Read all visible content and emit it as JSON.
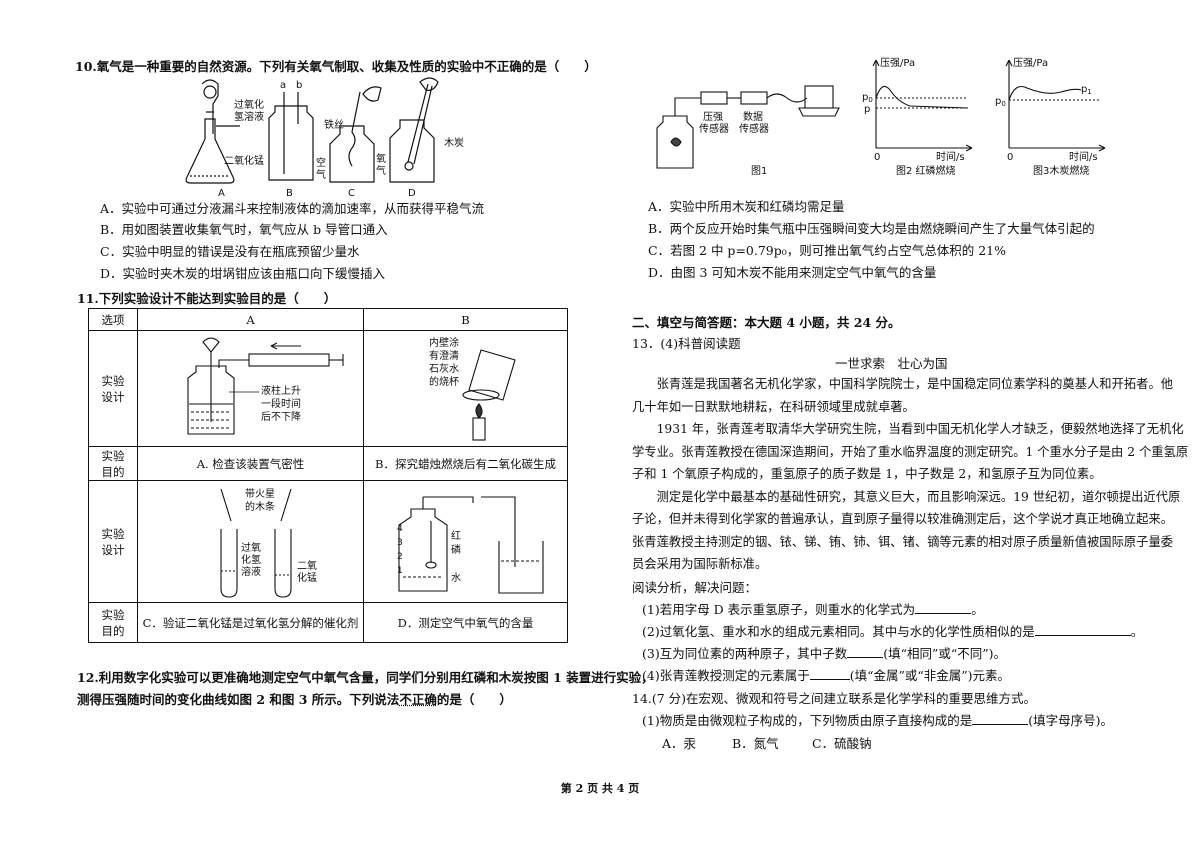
{
  "left": {
    "q10": {
      "stem": "10.氧气是一种重要的自然资源。下列有关氧气制取、收集及性质的实验中不正确的是（　　）",
      "fig_labels": {
        "h2o2": "过氧化",
        "h2o2b": "氢溶液",
        "mno2": "二氧化锰",
        "a": "a",
        "b": "b",
        "air": "空",
        "air2": "气",
        "iron": "铁丝",
        "oxy": "氧",
        "oxy2": "气",
        "charcoal": "木炭"
      },
      "fig_letters": [
        "A",
        "B",
        "C",
        "D"
      ],
      "options": [
        "A．实验中可通过分液漏斗来控制液体的滴加速率，从而获得平稳气流",
        "B．用如图装置收集氧气时，氧气应从 b 导管口通入",
        "C．实验中明显的错误是没有在瓶底预留少量水",
        "D．实验时夹木炭的坩埚钳应该由瓶口向下缓慢插入"
      ]
    },
    "q11": {
      "stem": "11.下列实验设计不能达到实验目的是（　　）",
      "header": {
        "col0": "选项",
        "colA": "A",
        "colB": "B"
      },
      "row_design": "实验设计",
      "row_goal": "实验目的",
      "a1_labels": {
        "l1": "液柱上升",
        "l2": "一段时间",
        "l3": "后不下降"
      },
      "b1_labels": {
        "l1": "内壁涂",
        "l2": "有澄清",
        "l3": "石灰水",
        "l4": "的烧杯"
      },
      "goal1_A": "A. 检查该装置气密性",
      "goal1_B": "B．探究蜡烛燃烧后有二氧化碳生成",
      "a2_labels": {
        "l1": "带火星",
        "l2": "的木条",
        "l3": "过氧",
        "l4": "化氢",
        "l5": "溶液",
        "l6": "二氧",
        "l7": "化锰"
      },
      "b2_labels": {
        "l1": "红",
        "l2": "磷",
        "l3": "水",
        "n4": "4",
        "n3": "3",
        "n2": "2",
        "n1": "1"
      },
      "goal2_A": "C．验证二氧化锰是过氧化氢分解的催化剂",
      "goal2_B": "D．测定空气中氧气的含量"
    },
    "q12": {
      "line1": "12.利用数字化实验可以更准确地测定空气中氧气含量，同学们分别用红磷和木炭按图 1 装置进行实验，",
      "line2a": "测得压强随时间的变化曲线如图 2 和图 3 所示。下列说法",
      "line2b": "不正确",
      "line2c": "的是（　　）"
    }
  },
  "right": {
    "figs": {
      "sensor1": "压强",
      "sensor1b": "传感器",
      "sensor2": "数据",
      "sensor2b": "传感器",
      "fig1": "图1",
      "ylabel": "压强/Pa",
      "xlabel": "时间/s",
      "p0": "p",
      "p0sub": "0",
      "p": "p",
      "p1": "p",
      "p1sub": "1",
      "origin": "0",
      "fig2": "图2 红磷燃烧",
      "fig3": "图3木炭燃烧"
    },
    "q12_options": [
      "A．实验中所用木炭和红磷均需足量",
      "B．两个反应开始时集气瓶中压强瞬间变大均是由燃烧瞬间产生了大量气体引起的",
      "C．若图 2 中 p=0.79p₀，则可推出氧气约占空气总体积的 21%",
      "D．由图 3 可知木炭不能用来测定空气中氧气的含量"
    ],
    "section2": "二、填空与简答题：本大题 4 小题，共 24 分。",
    "q13_head": "13．(4)科普阅读题",
    "essay_title": "一世求索　壮心为国",
    "essay": [
      "张青莲是我国著名无机化学家，中国科学院院士，是中国稳定同位素学科的奠基人和开拓者。他",
      "几十年如一日默默地耕耘，在科研领域里成就卓著。",
      "1931 年，张青莲考取清华大学研究生院，当看到中国无机化学人才缺乏，便毅然地选择了无机化",
      "学专业。张青莲教授在德国深造期间，开始了重水临界温度的测定研究。1 个重水分子是由 2 个重氢原",
      "子和 1 个氧原子构成的，重氢原子的质子数是 1，中子数是 2，和氢原子互为同位素。",
      "测定是化学中最基本的基础性研究，其意义巨大，而且影响深远。19 世纪初，道尔顿提出近代原",
      "子论，但并未得到化学家的普遍承认，直到原子量得以较准确测定后，这个学说才真正地确立起来。",
      "张青莲教授主持测定的铟、铱、锑、铕、铈、铒、锗、镝等元素的相对原子质量新值被国际原子量委",
      "员会采用为国际新标准。"
    ],
    "read_task": "阅读分析，解决问题：",
    "q13_items": [
      "(1)若用字母 D 表示重氢原子，则重水的化学式为",
      "(2)过氧化氢、重水和水的组成元素相同。其中与水的化学性质相似的是",
      "(3)互为同位素的两种原子，其中子数",
      "(4)张青莲教授测定的元素属于"
    ],
    "q13_tails": {
      "t3": "(填“相同”或“不同”)。",
      "t4": "(填“金属”或“非金属”)元素。",
      "dot": "。"
    },
    "q14_stem": "14.(7 分)在宏观、微观和符号之间建立联系是化学学科的重要思维方式。",
    "q14_1": "(1)物质是由微观粒子构成的，下列物质由原子直接构成的是",
    "q14_1_tail": "(填字母序号)。",
    "q14_opts": [
      "A．汞",
      "B．氮气",
      "C．硫酸钠"
    ]
  },
  "footer": "第 2 页 共 4 页"
}
